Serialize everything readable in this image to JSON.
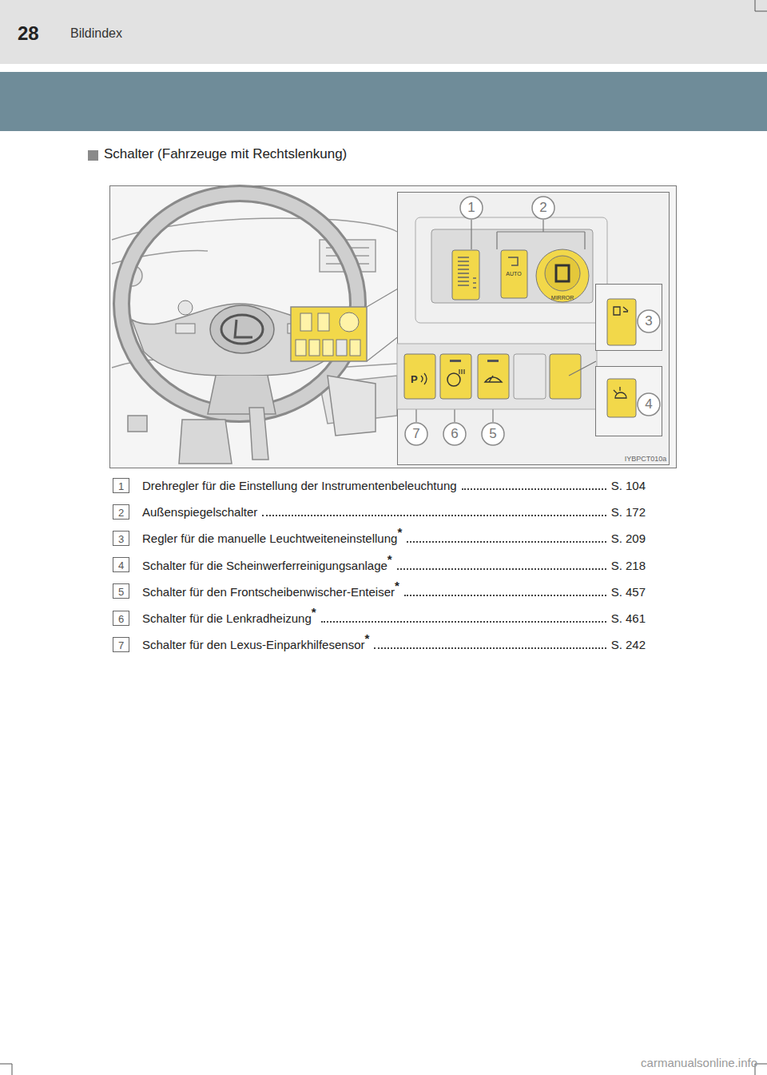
{
  "diagram": {
    "title": "Schalter (Fahrzeuge mit Rechtslenkung)",
    "labels": [
      "28",
      "Bildindex",
      "1",
      "2",
      "3",
      "4",
      "7",
      "6",
      "5",
      "AUTO",
      "MIRROR",
      "IYBPCT010a",
      "1",
      "Drehregler für die Einstellung der Instrumentenbeleuchtung",
      "S. 104",
      "2",
      "Außenspiegelschalter",
      "S. 172",
      "3",
      "Regler für die manuelle Leuchtweiteneinstellung",
      "*",
      "S. 209",
      "4",
      "Schalter für die Scheinwerferreinigungsanlage",
      "*",
      "S. 218",
      "5",
      "Schalter für den Frontscheibenwischer-Enteiser",
      "*",
      "S. 457",
      "6",
      "Schalter für die Lenkradheizung",
      "*",
      "S. 461",
      "7",
      "Schalter für den Lexus-Einparkhilfesensor",
      "*",
      "S. 242",
      "carmanualsonline.info"
    ]
  }
}
